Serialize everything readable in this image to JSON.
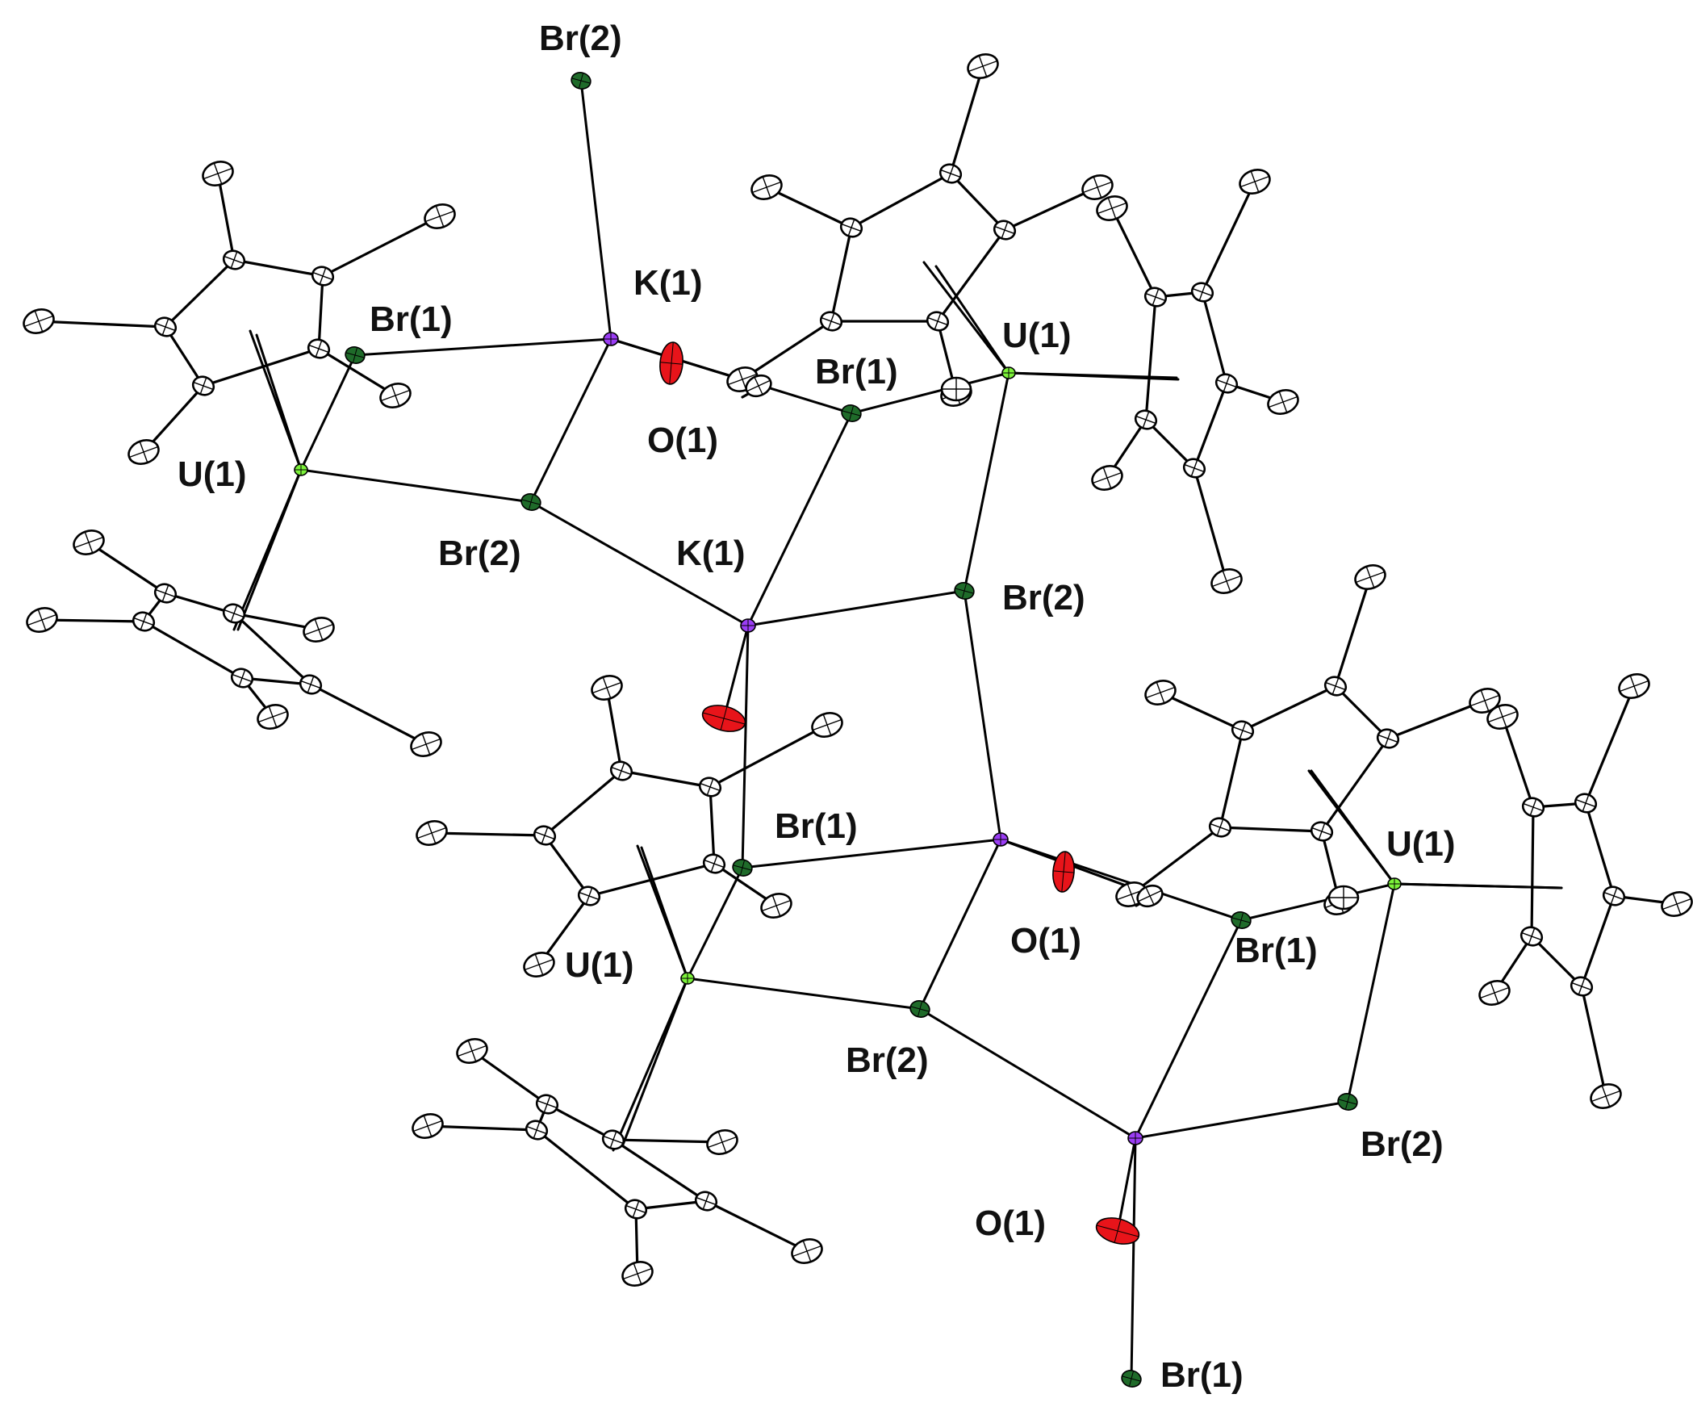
{
  "labels": {
    "br2_top": "Br(2)",
    "k1_top": "K(1)",
    "br1_top_left": "Br(1)",
    "u1_top_left": "U(1)",
    "o1_top": "O(1)",
    "br1_top_center": "Br(1)",
    "u1_top_right": "U(1)",
    "br2_mid_left": "Br(2)",
    "k1_mid": "K(1)",
    "br2_mid_right": "Br(2)",
    "br1_mid": "Br(1)",
    "u1_lower_left": "U(1)",
    "o1_mid": "O(1)",
    "br1_lower_right": "Br(1)",
    "u1_lower_right": "U(1)",
    "br2_lower": "Br(2)",
    "br2_bottom_right": "Br(2)",
    "o1_bottom": "O(1)",
    "br1_bottom": "Br(1)"
  },
  "atom_colors": {
    "U": "#7cf23a",
    "Br": "#1f6b2a",
    "K": "#9b3df5",
    "O": "#e8141a",
    "C": "#ffffff"
  }
}
